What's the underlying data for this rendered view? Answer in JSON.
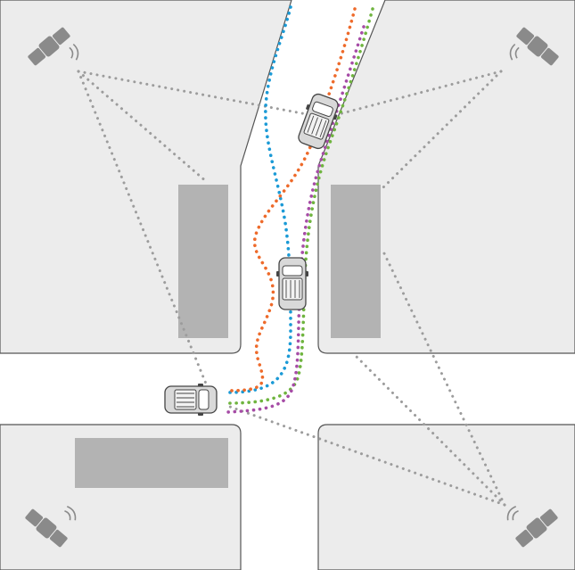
{
  "colors": {
    "background": "#ffffff",
    "block_fill": "#ececec",
    "block_stroke": "#555555",
    "building": "#b3b3b3",
    "satellite": "#8a8a8a",
    "signal_line": "#9c9c9c",
    "trace_blue": "#1b9ad6",
    "trace_orange": "#ee6a2a",
    "trace_green": "#6fb43f",
    "trace_purple": "#a64ca6",
    "vehicle_body": "#d9d9d9",
    "vehicle_outline": "#444444"
  },
  "satellites": [
    {
      "id": "top-left",
      "icon": "satellite-icon"
    },
    {
      "id": "top-right",
      "icon": "satellite-icon"
    },
    {
      "id": "bottom-left",
      "icon": "satellite-icon"
    },
    {
      "id": "bottom-right",
      "icon": "satellite-icon"
    }
  ],
  "vehicles": [
    {
      "id": "upper-street-vehicle",
      "icon": "car-icon"
    },
    {
      "id": "mid-street-vehicle",
      "icon": "car-icon"
    },
    {
      "id": "intersection-vehicle",
      "icon": "car-icon"
    }
  ],
  "traces": [
    {
      "id": "blue",
      "color_key": "trace_blue"
    },
    {
      "id": "orange",
      "color_key": "trace_orange"
    },
    {
      "id": "green",
      "color_key": "trace_green"
    },
    {
      "id": "purple",
      "color_key": "trace_purple"
    }
  ]
}
